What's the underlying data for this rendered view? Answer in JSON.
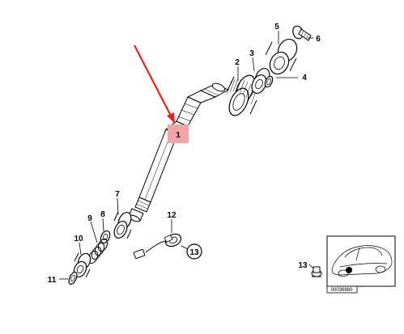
{
  "diagram": {
    "callouts": {
      "c1": "1",
      "c2": "2",
      "c3": "3",
      "c4": "4",
      "c5": "5",
      "c6": "6",
      "c7": "7",
      "c8": "8",
      "c9": "9",
      "c10": "10",
      "c11": "11",
      "c12": "12",
      "c13": "13",
      "c13_inset": "13"
    },
    "inset_code": "00036880",
    "colors": {
      "highlight_box": "#f4a3a3",
      "arrow": "#e0241b",
      "line": "#000000"
    }
  }
}
